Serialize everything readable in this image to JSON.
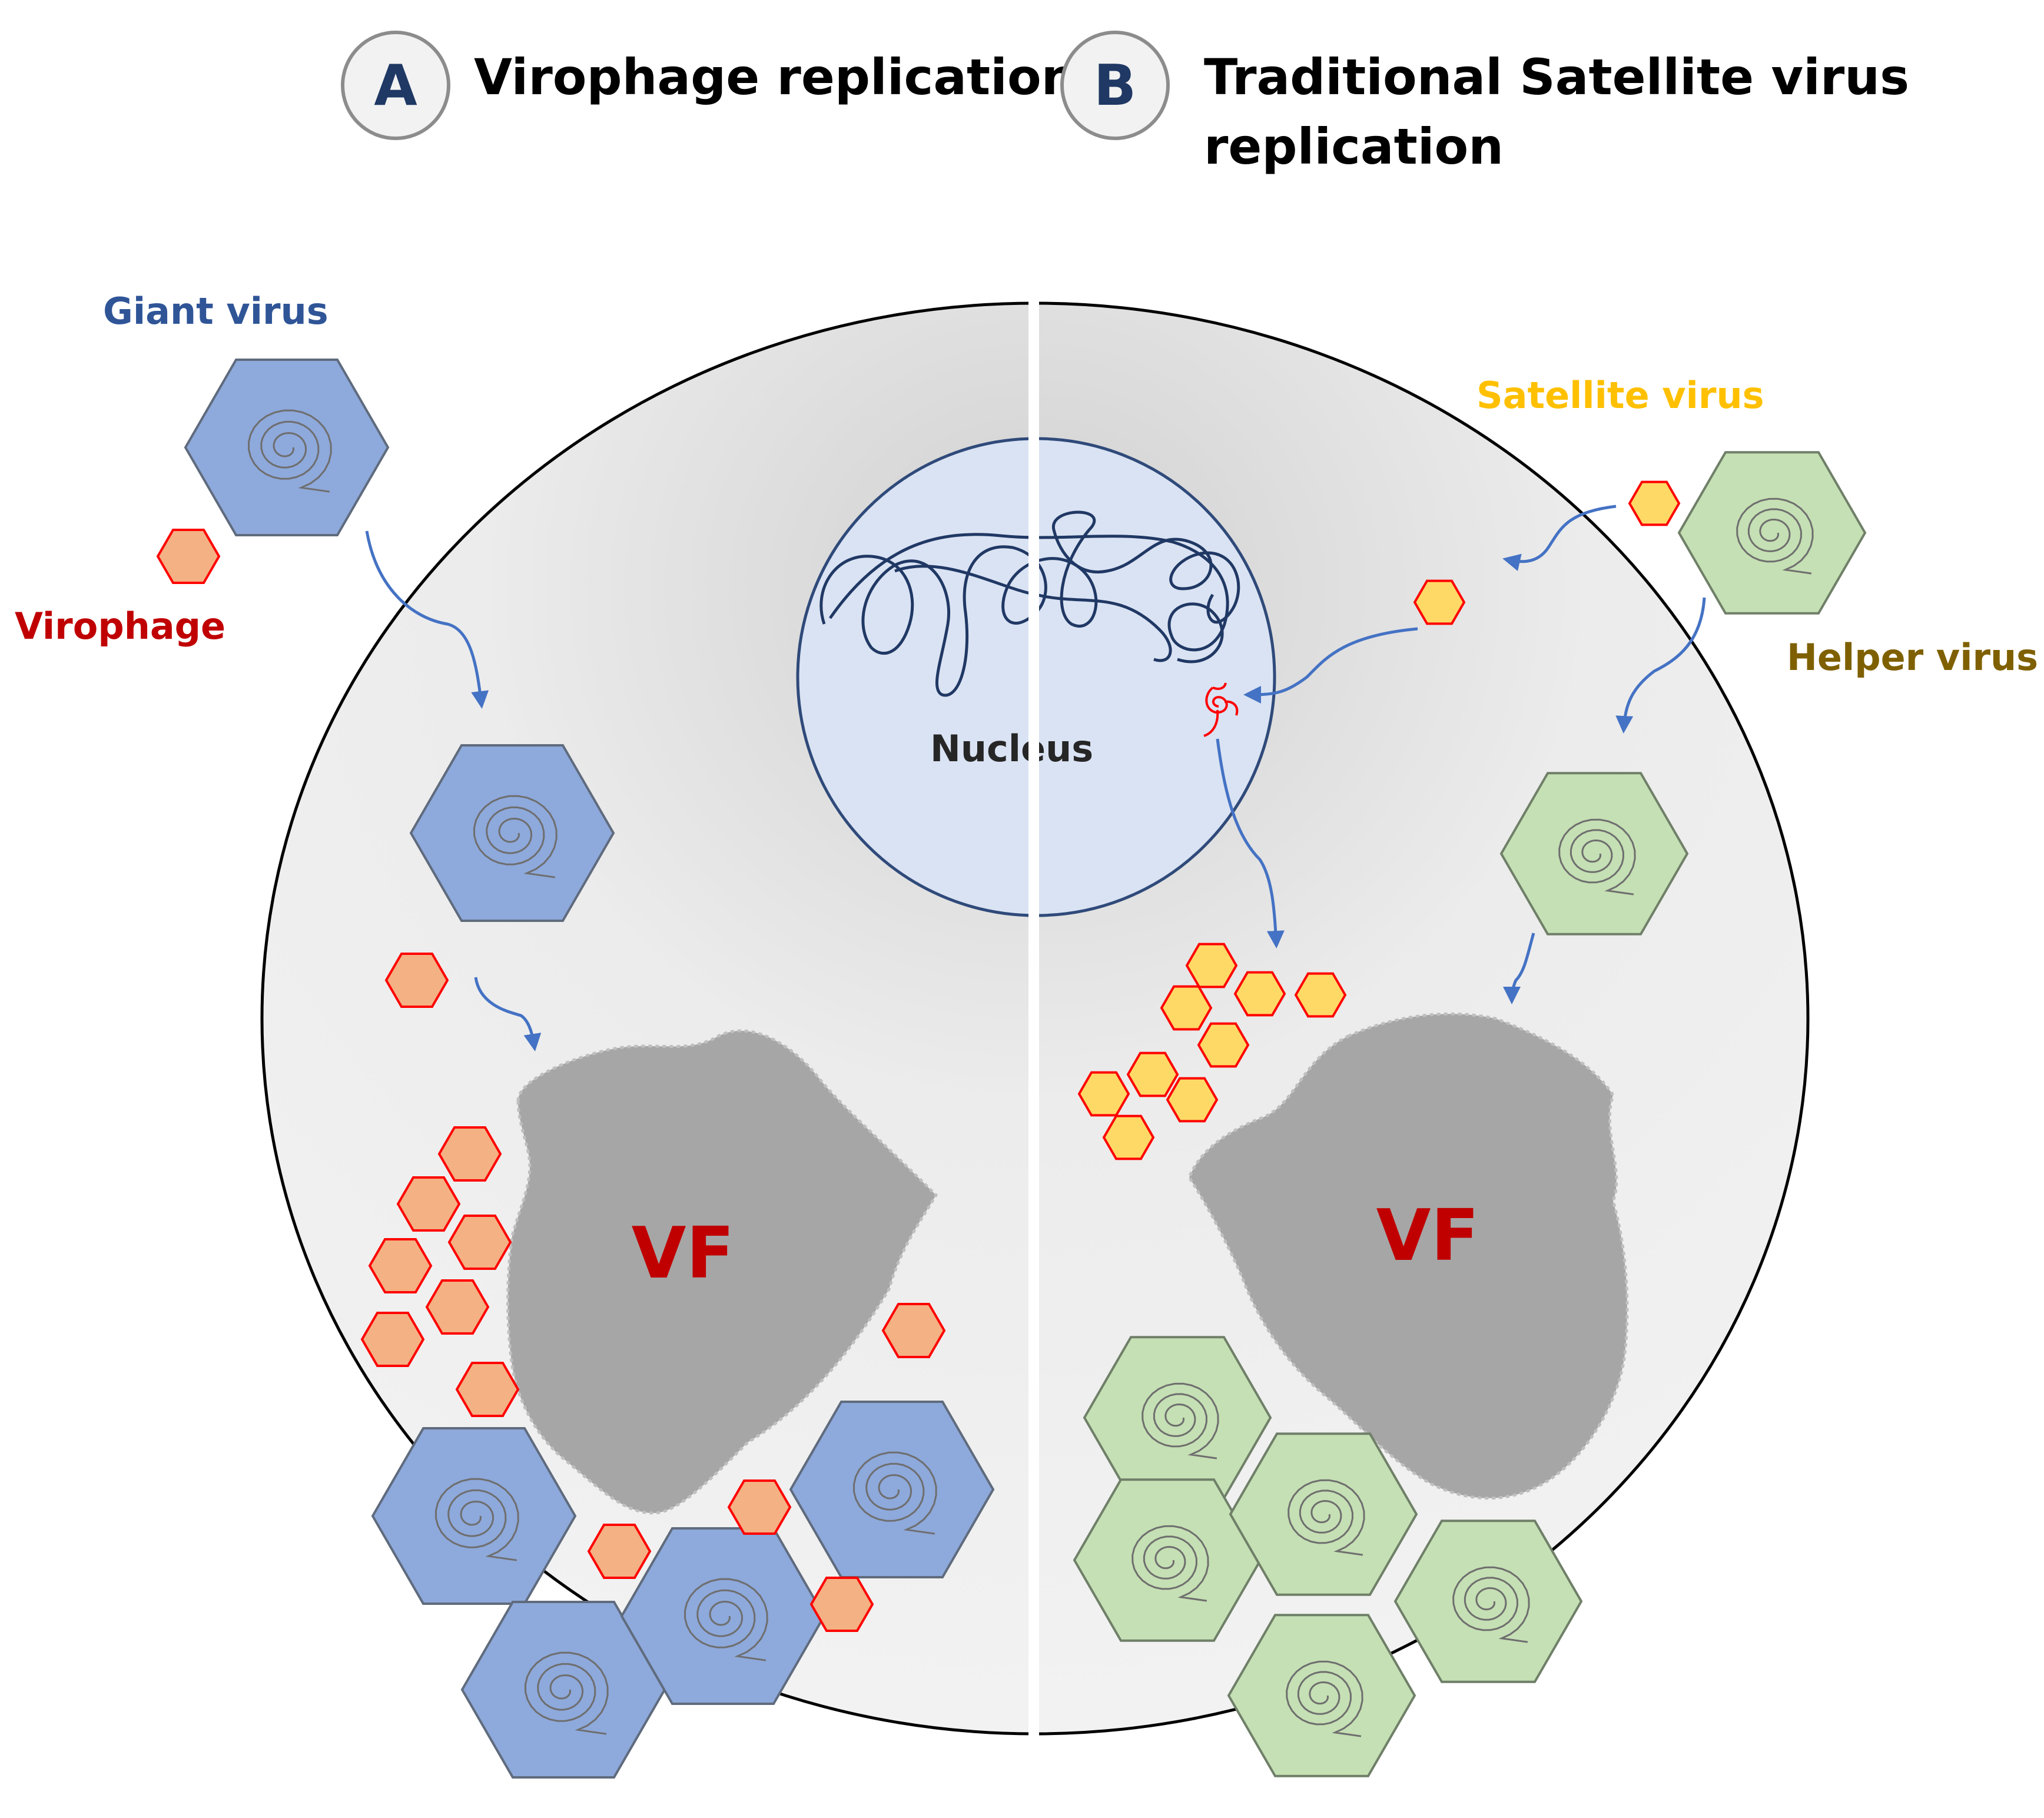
{
  "panels": {
    "a": {
      "letter": "A",
      "title": "Virophage replication"
    },
    "b": {
      "letter": "B",
      "title_line1": "Traditional Satellite virus",
      "title_line2": "replication"
    }
  },
  "labels": {
    "giant_virus": "Giant virus",
    "virophage": "Virophage",
    "nucleus": "Nucleus",
    "satellite_virus": "Satellite virus",
    "helper_virus": "Helper virus",
    "vf_left": "VF",
    "vf_right": "VF"
  },
  "colors": {
    "giant_fill": "#8ea9db",
    "giant_stroke": "#5f6b7d",
    "virophage_fill": "#f4b183",
    "virophage_stroke": "#ff0000",
    "satellite_fill": "#ffd966",
    "satellite_stroke": "#ff0000",
    "helper_fill": "#c5e0b4",
    "helper_stroke": "#6f7f68",
    "nucleus_fill": "#dae3f3",
    "nucleus_stroke": "#2f4a7a",
    "vf_fill": "#a6a6a6",
    "vf_text": "#c00000",
    "arrow": "#4472c4",
    "title_text": "#000000",
    "letter_text": "#1f3864",
    "giant_label": "#2f5597",
    "virophage_label": "#c00000",
    "satellite_label": "#ffc000",
    "helper_label": "#7f6000",
    "nucleus_label": "#262626"
  }
}
